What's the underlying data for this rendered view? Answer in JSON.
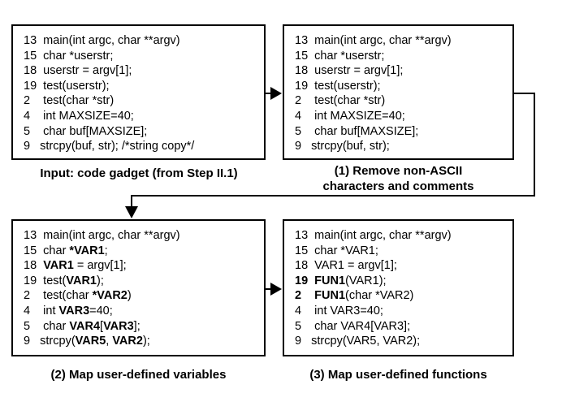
{
  "panels": {
    "input": {
      "lines": [
        "13  main(int argc, char **argv)",
        "15  char *userstr;",
        "18  userstr = argv[1];",
        "19  test(userstr);",
        "2    test(char *str)",
        "4    int MAXSIZE=40;",
        "5    char buf[MAXSIZE];",
        "9   strcpy(buf, str); /*string copy*/"
      ],
      "caption": "Input: code gadget (from Step II.1)"
    },
    "step1": {
      "lines": [
        "13  main(int argc, char **argv)",
        "15  char *userstr;",
        "18  userstr = argv[1];",
        "19  test(userstr);",
        "2    test(char *str)",
        "4    int MAXSIZE=40;",
        "5    char buf[MAXSIZE];",
        "9   strcpy(buf, str);"
      ],
      "caption_line1": "(1) Remove non-ASCII",
      "caption_line2": "characters and comments"
    },
    "step2": {
      "lines": [
        "13  main(int argc, char **argv)",
        "15  char *VAR1;",
        "18  VAR1 = argv[1];",
        "19  test(VAR1);",
        "2    test(char *VAR2)",
        "4    int VAR3=40;",
        "5    char VAR4[VAR3];",
        "9   strcpy(VAR5, VAR2);"
      ],
      "bold_tokens": [
        "*VAR1",
        "VAR1",
        "*VAR2",
        "VAR2",
        "VAR3",
        "VAR4",
        "VAR5"
      ],
      "caption": "(2) Map user-defined variables"
    },
    "step3": {
      "lines": [
        "13  main(int argc, char **argv)",
        "15  char *VAR1;",
        "18  VAR1 = argv[1];",
        "19  FUN1(VAR1);",
        "2    FUN1(char *VAR2)",
        "4    int VAR3=40;",
        "5    char VAR4[VAR3];",
        "9   strcpy(VAR5, VAR2);"
      ],
      "bold_tokens": [
        "FUN1"
      ],
      "caption": "(3) Map user-defined functions"
    }
  }
}
